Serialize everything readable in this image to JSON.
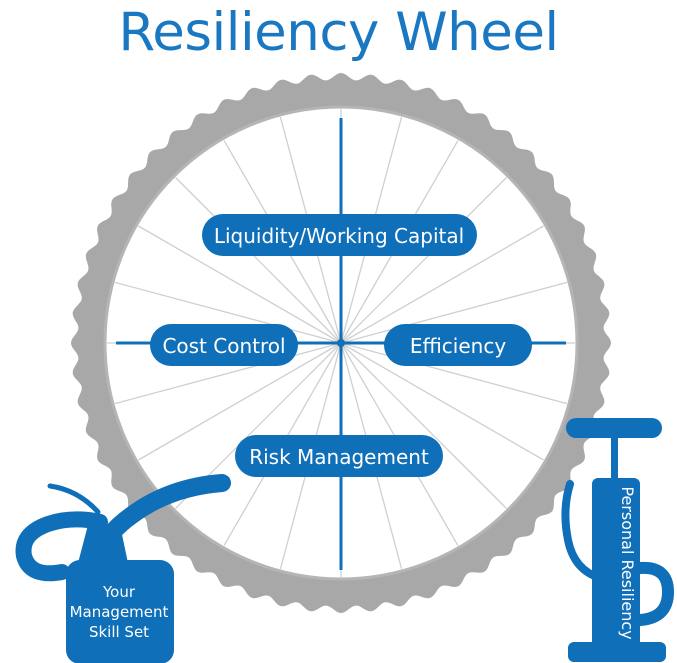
{
  "title": "Resiliency Wheel",
  "wheel": {
    "labels": {
      "top": "Liquidity/Working Capital",
      "left": "Cost Control",
      "right": "Efficiency",
      "bottom": "Risk Management"
    }
  },
  "oil_can": {
    "label_lines": [
      "Your",
      "Management",
      "Skill Set"
    ]
  },
  "pump": {
    "label": "Personal Resiliency"
  },
  "colors": {
    "brand_blue": "#0f6fb8",
    "title_blue": "#1a78c2",
    "tire_gray": "#a8a8a8",
    "spoke_gray": "#c9c9c9"
  }
}
